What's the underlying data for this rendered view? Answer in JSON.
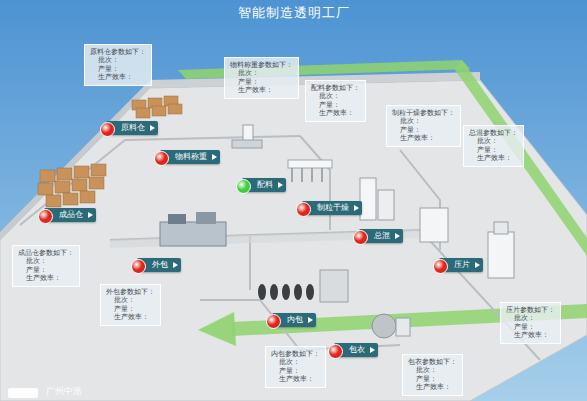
{
  "diagram": {
    "title": "智能制造透明工厂",
    "nodes": [
      {
        "text": [
          "原料仓参数如下：",
          "批次：",
          "产量：",
          "生产效率："
        ]
      },
      {
        "text": [
          "物料称重参数如下：",
          "批次：",
          "产量：",
          "生产效率："
        ]
      },
      {
        "text": [
          "配料参数如下：",
          "批次：",
          "产量：",
          "生产效率："
        ]
      },
      {
        "text": [
          "制粒干燥参数如下：",
          "批次：",
          "产量：",
          "生产效率："
        ]
      },
      {
        "text": [
          "总混参数如下：",
          "批次：",
          "产量：",
          "生产效率："
        ]
      },
      {
        "text": [
          "压片参数如下：",
          "批次：",
          "产量：",
          "生产效率："
        ]
      },
      {
        "text": [
          "包衣参数如下：",
          "批次：",
          "产量：",
          "生产效率："
        ]
      },
      {
        "text": [
          "内包参数如下：",
          "批次：",
          "产量：",
          "生产效率："
        ]
      },
      {
        "text": [
          "外包参数如下：",
          "批次：",
          "产量：",
          "生产效率："
        ]
      },
      {
        "text": [
          "成品仓参数如下：",
          "批次：",
          "产量：",
          "生产效率："
        ]
      },
      {
        "text": [
          "原料仓"
        ]
      },
      {
        "text": [
          "物料称重"
        ]
      },
      {
        "text": [
          "配料"
        ]
      },
      {
        "text": [
          "制粒干燥"
        ]
      },
      {
        "text": [
          "总混"
        ]
      },
      {
        "text": [
          "压片"
        ]
      },
      {
        "text": [
          "包衣"
        ]
      },
      {
        "text": [
          "内包"
        ]
      },
      {
        "text": [
          "外包"
        ]
      },
      {
        "text": [
          "成品仓"
        ]
      }
    ],
    "labels": [
      "广州中浩"
    ]
  }
}
